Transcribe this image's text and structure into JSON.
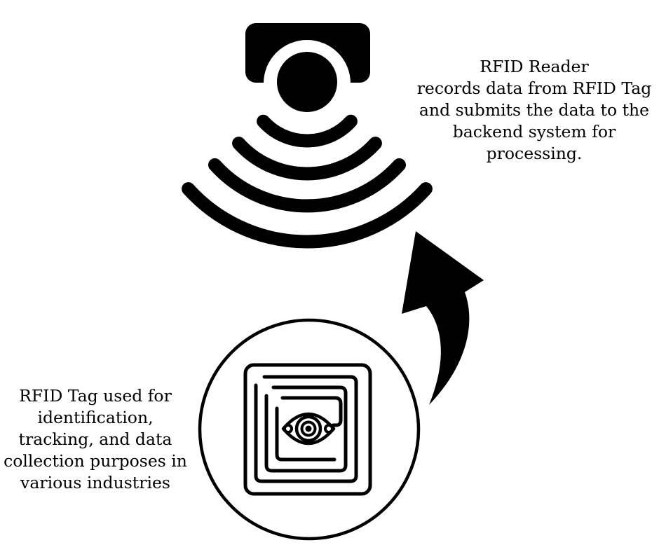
{
  "colors": {
    "ink": "#000000",
    "bg": "#ffffff"
  },
  "reader": {
    "icon": "rfid-reader-icon",
    "description": "RFID Reader\nrecords data from RFID Tag\nand submits the data to the\nbackend system for\nprocessing."
  },
  "tag": {
    "icon": "rfid-tag-icon",
    "description": "RFID Tag used for\nidentification,\ntracking, and data\ncollection purposes in\nvarious industries"
  },
  "arrow": {
    "icon": "curved-arrow-icon",
    "direction": "tag-to-reader"
  }
}
